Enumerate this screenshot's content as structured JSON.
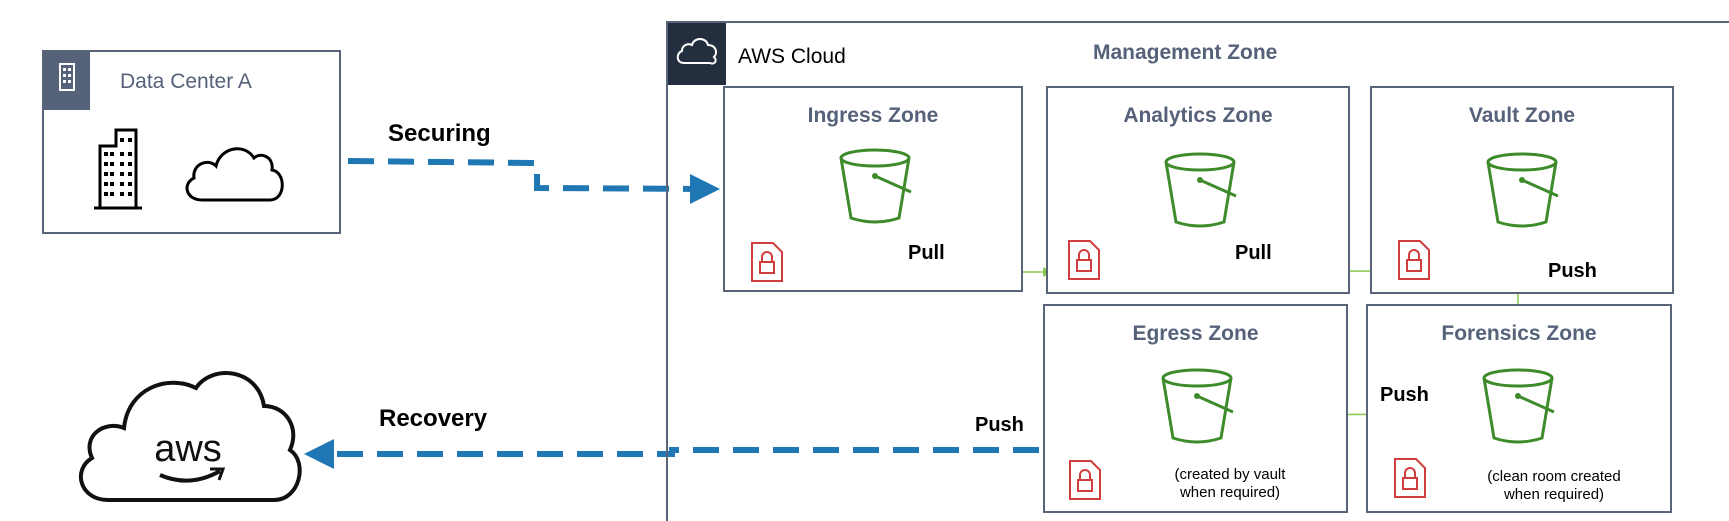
{
  "datacenter": {
    "title": "Data Center A"
  },
  "cloud": {
    "title": "AWS Cloud",
    "management_zone": "Management Zone"
  },
  "zones": {
    "ingress": {
      "title": "Ingress Zone"
    },
    "analytics": {
      "title": "Analytics Zone"
    },
    "vault": {
      "title": "Vault Zone"
    },
    "egress": {
      "title": "Egress Zone",
      "note_1": "(created by vault",
      "note_2": "when required)"
    },
    "forensics": {
      "title": "Forensics Zone",
      "note_1": "(clean room created",
      "note_2": "when required)"
    }
  },
  "flows": {
    "securing": "Securing",
    "recovery": "Recovery",
    "pull_1": "Pull",
    "pull_2": "Pull",
    "push_vault": "Push",
    "push_forensics": "Push",
    "push_egress": "Push"
  },
  "aws_logo": {
    "text": "aws"
  },
  "colors": {
    "border": "#5a6478",
    "zone_title": "#56627a",
    "flow_blue": "#1f77b4",
    "flow_green": "#8ac64b",
    "bucket_green": "#3d8b2a",
    "lock_red": "#d13c3c",
    "cloud_header_bg": "#232f3e"
  },
  "icons": [
    "building-icon",
    "cloud-outline-icon",
    "s3-bucket-icon",
    "encrypted-file-icon",
    "aws-cloud-logo-icon",
    "aws-smile-arrow-icon"
  ]
}
